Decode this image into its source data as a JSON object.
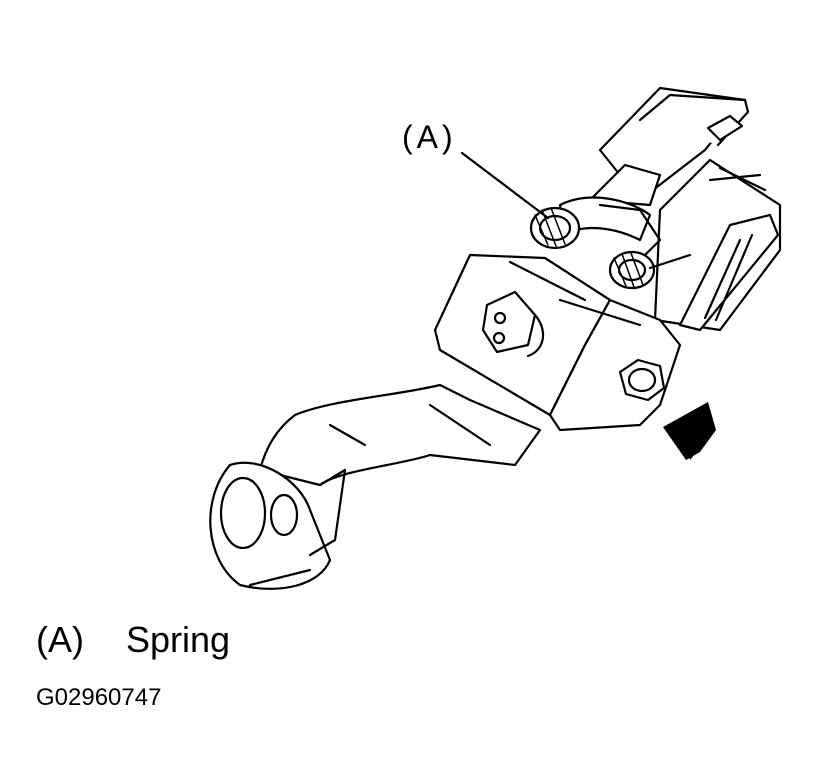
{
  "diagram": {
    "callout_label": "(A)",
    "legend": [
      {
        "key": "(A)",
        "text": "Spring"
      }
    ],
    "figure_id": "G02960747",
    "colors": {
      "line": "#000000",
      "background": "#ffffff"
    }
  }
}
